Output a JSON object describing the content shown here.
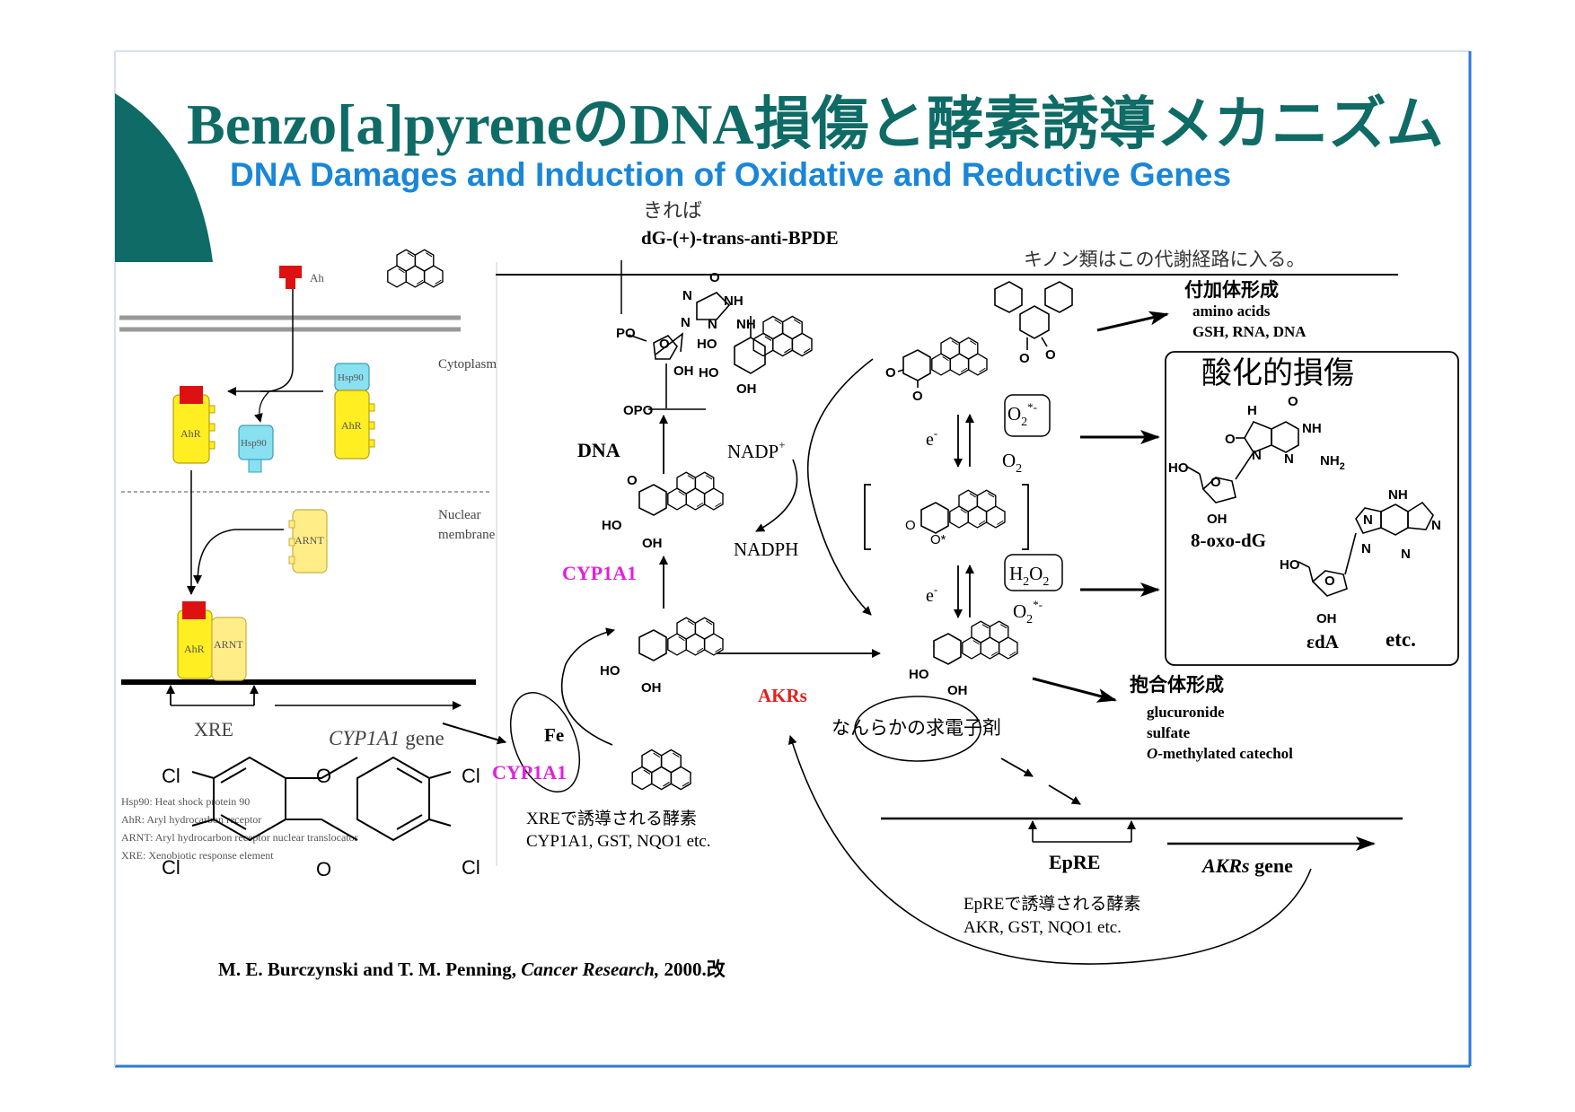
{
  "slide": {
    "title": "Benzo[a]pyreneのDNA損傷と酵素誘導メカニズム",
    "subtitle": "DNA Damages and Induction of Oxidative and Reductive Genes",
    "colors": {
      "title": "#0e6b66",
      "subtitle": "#1a86d8",
      "accent_teal": "#0e6b66",
      "magenta": "#e020e0",
      "red": "#e02020",
      "ahr_yellow": "#ffee22",
      "hsp_cyan": "#88e0f0",
      "arnt_yellow": "#ffee88",
      "ligand_red": "#dd1111"
    }
  },
  "left_panel": {
    "ah": "Ah",
    "cytoplasm": "Cytoplasm",
    "hsp90": "Hsp90",
    "ahr": "AhR",
    "nuclear_1": "Nuclear",
    "nuclear_2": "membrane",
    "arnt": "ARNT",
    "xre": "XRE",
    "cyp1a1_gene_italic": "CYP1A1",
    "gene_word": "gene",
    "legend": [
      "Hsp90: Heat shock protein 90",
      "AhR: Aryl hydrocarbon receptor",
      "ARNT: Aryl hydrocarbon receptor nuclear translocator",
      "XRE: Xenobiotic response element"
    ],
    "cl": "Cl",
    "o": "O"
  },
  "center": {
    "kireba": "きれば",
    "adduct": "dG-(+)-trans-anti-BPDE",
    "po": "PO",
    "opo": "OPO",
    "oh": "OH",
    "ho": "HO",
    "nh": "NH",
    "n": "N",
    "o": "O",
    "dna": "DNA",
    "nadp": "NADP",
    "plus": "+",
    "nadph": "NADPH",
    "cyp1a1": "CYP1A1",
    "fe": "Fe",
    "akrs": "AKRs",
    "xre_induced": "XREで誘導される酵素",
    "xre_enzymes": "CYP1A1, GST, NQO1 etc.",
    "electrophile": "なんらかの求電子剤"
  },
  "right": {
    "quinone_note": "キノン類はこの代謝経路に入る。",
    "adduct_head": "付加体形成",
    "adduct_1": "amino acids",
    "adduct_2": "GSH, RNA, DNA",
    "e": "e",
    "minus": "-",
    "o2": "O",
    "sub2": "2",
    "radical": "*-",
    "h2o2_h": "H",
    "oxidative_head": "酸化的損傷",
    "oxo_dg": "8-oxo-dG",
    "nh2": "NH",
    "eda": "εdA",
    "etc": "etc.",
    "conj_head": "抱合体形成",
    "conj_1": "glucuronide",
    "conj_2": "sulfate",
    "conj_3a": "O",
    "conj_3b": "-methylated catechol",
    "epre": "EpRE",
    "akrs_gene_a": "AKRs",
    "akrs_gene_b": " gene",
    "epre_induced": "EpREで誘導される酵素",
    "epre_enzymes": "AKR, GST, NQO1 etc.",
    "o_star": "O*"
  },
  "citation": {
    "authors": "M. E. Burczynski and T. M. Penning, ",
    "journal": "Cancer Research,",
    "year": " 2000.改"
  }
}
